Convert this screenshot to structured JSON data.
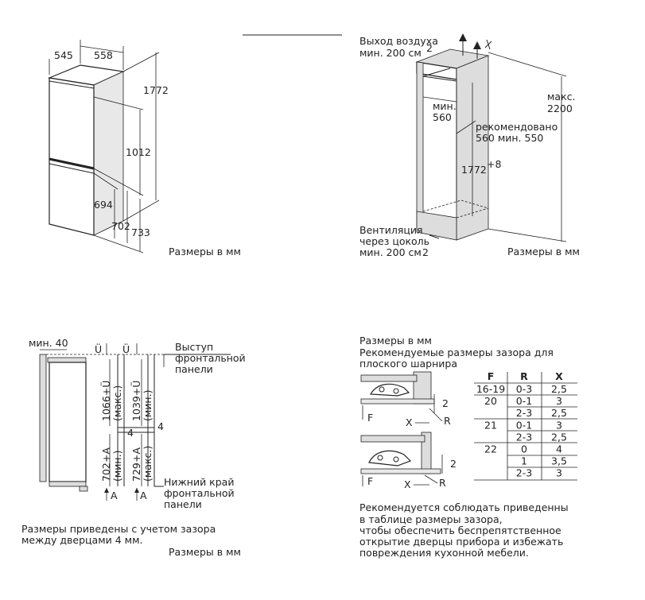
{
  "panel1": {
    "dim_545": "545",
    "dim_558": "558",
    "dim_1772": "1772",
    "dim_1012": "1012",
    "dim_694": "694",
    "dim_702": "702",
    "dim_733": "733",
    "units": "Размеры в мм"
  },
  "panel2": {
    "air_out_1": "Выход воздуха",
    "air_out_2": "мин. 200 см",
    "air_out_sup": "2",
    "min_1": "мин.",
    "min_2": "560",
    "rec_1": "рекомендовано",
    "rec_2": "560 мин. 550",
    "h_1772": "1772",
    "h_sup": "+8",
    "max_1": "макс.",
    "max_2": "2200",
    "vent_1": "Вентиляция",
    "vent_2": "через цоколь",
    "vent_3": "мин. 200 см",
    "vent_sup": "2",
    "units": "Размеры в мм"
  },
  "panel3": {
    "min40": "мин. 40",
    "u1": "Ü",
    "u2": "Ü",
    "v1066_1": "1066+Ü",
    "v1066_2": "(макс.)",
    "v1039_1": "1039+Ü",
    "v1039_2": "(мин.)",
    "v702_1": "702+A",
    "v702_2": "(мин.)",
    "v729_1": "729+A",
    "v729_2": "(макс.)",
    "n4a": "4",
    "n4b": "4",
    "a1": "A",
    "a2": "A",
    "protr_1": "Выступ",
    "protr_2": "фронтальной",
    "protr_3": "панели",
    "lower_1": "Нижний край",
    "lower_2": "фронтальной",
    "lower_3": "панели",
    "note_1": "Размеры приведены с учетом зазора",
    "note_2": "между дверцами 4 мм.",
    "units": "Размеры в мм"
  },
  "panel4": {
    "units": "Размеры в мм",
    "title_1": "Рекомендуемые размеры зазора для",
    "title_2": "плоского шарнира",
    "label_F1": "F",
    "label_X1": "X",
    "label_R1": "R",
    "label_2a": "2",
    "label_F2": "F",
    "label_X2": "X",
    "label_R2": "R",
    "label_2b": "2",
    "table": {
      "headers": [
        "F",
        "R",
        "X"
      ],
      "rows": [
        [
          "16-19",
          "0-3",
          "2,5"
        ],
        [
          "20",
          "0-1",
          "3"
        ],
        [
          "",
          "2-3",
          "2,5"
        ],
        [
          "21",
          "0-1",
          "3"
        ],
        [
          "",
          "2-3",
          "2,5"
        ],
        [
          "22",
          "0",
          "4"
        ],
        [
          "",
          "1",
          "3,5"
        ],
        [
          "",
          "2-3",
          "3"
        ]
      ]
    },
    "note_1": "Рекомендуется соблюдать приведенны",
    "note_2": "в таблице размеры зазора,",
    "note_3": "чтобы обеспечить беспрепятственное",
    "note_4": "открытие дверцы прибора и избежать",
    "note_5": "повреждения кухонной мебели."
  }
}
